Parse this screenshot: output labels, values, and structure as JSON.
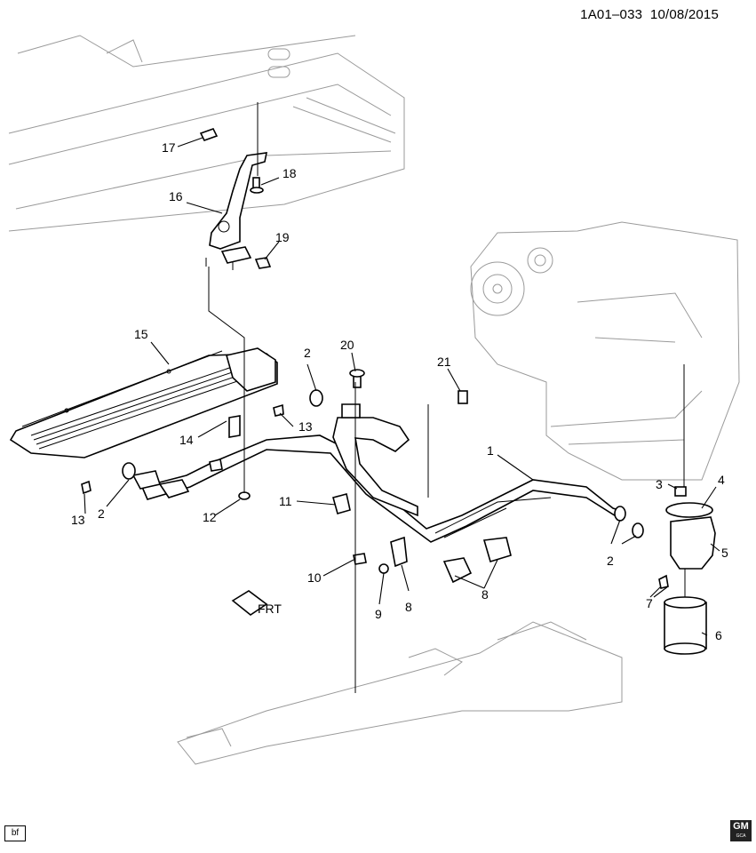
{
  "header": {
    "doc_id": "1A01–033",
    "date": "10/08/2015"
  },
  "callouts": [
    "1",
    "2",
    "2",
    "2",
    "3",
    "4",
    "5",
    "6",
    "7",
    "8",
    "8",
    "9",
    "10",
    "11",
    "12",
    "13",
    "13",
    "14",
    "15",
    "16",
    "17",
    "18",
    "19",
    "20",
    "21"
  ],
  "footer": {
    "code": "bf",
    "logo": "GM",
    "logo_sub": "GCA"
  }
}
